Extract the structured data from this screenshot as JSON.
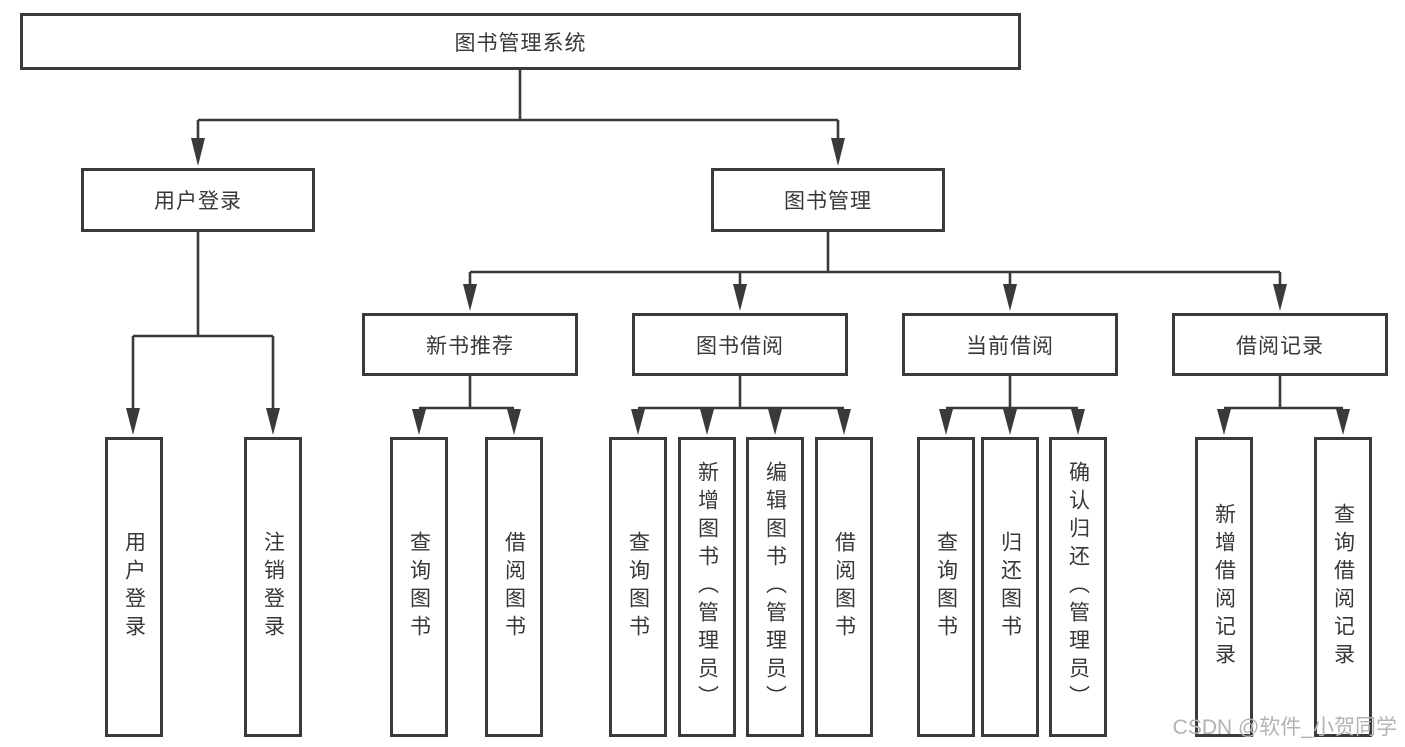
{
  "diagram": {
    "title": "图书管理系统",
    "branches": [
      {
        "label": "用户登录",
        "children": [
          {
            "label": "用户登录"
          },
          {
            "label": "注销登录"
          }
        ]
      },
      {
        "label": "图书管理",
        "children": [
          {
            "label": "新书推荐",
            "children": [
              {
                "label": "查询图书"
              },
              {
                "label": "借阅图书"
              }
            ]
          },
          {
            "label": "图书借阅",
            "children": [
              {
                "label": "查询图书"
              },
              {
                "label": "新增图书（管理员）"
              },
              {
                "label": "编辑图书（管理员）"
              },
              {
                "label": "借阅图书"
              }
            ]
          },
          {
            "label": "当前借阅",
            "children": [
              {
                "label": "查询图书"
              },
              {
                "label": "归还图书"
              },
              {
                "label": "确认归还（管理员）"
              }
            ]
          },
          {
            "label": "借阅记录",
            "children": [
              {
                "label": "新增借阅记录"
              },
              {
                "label": "查询借阅记录"
              }
            ]
          }
        ]
      }
    ]
  },
  "watermark": {
    "text": "CSDN @软件_小贺同学"
  },
  "colors": {
    "line": "#3a3a3a",
    "box_border": "#3a3a3a",
    "text": "#383838",
    "watermark": "#b3b3b3",
    "background": "#ffffff"
  }
}
